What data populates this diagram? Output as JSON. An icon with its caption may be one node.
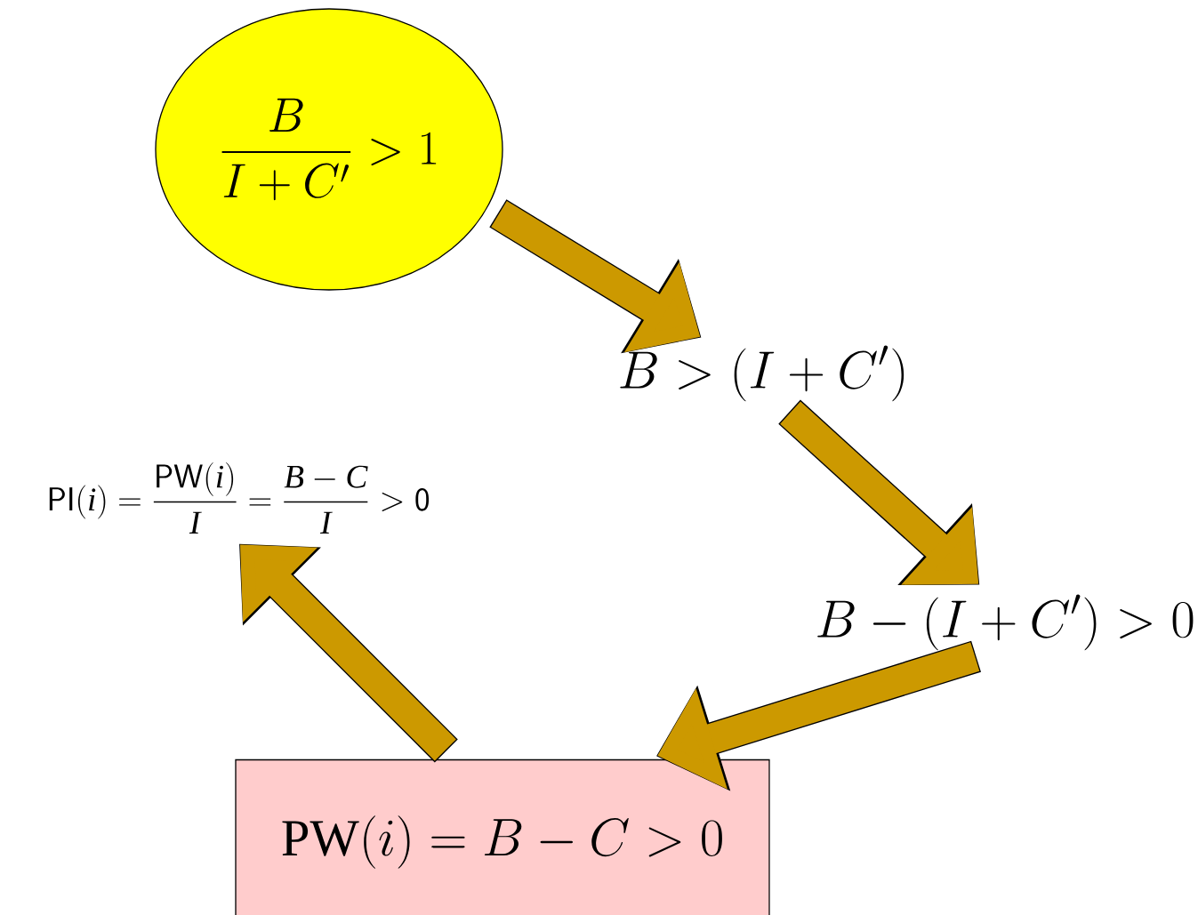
{
  "diagram": {
    "nodes": [
      {
        "text": [
          "\\frac{B}{I+C'} > 1"
        ]
      },
      {
        "text": [
          "B > (I + C')"
        ]
      },
      {
        "text": [
          "B - (I + C') > 0"
        ]
      },
      {
        "text": [
          "\\mathrm{PW}(i) = B - C > 0"
        ]
      },
      {
        "text": [
          "\\mathsf{PI}(\\mathsf{\\mathit{i}}) = \\frac{\\mathsf{PW}(\\mathsf{\\mathit{i}})}{\\mathsf{\\mathit{I}}} = \\frac{\\mathsf{\\mathit{B}} - \\mathsf{\\mathit{C}}}{\\mathsf{\\mathit{I}}} > \\mathsf{0}"
        ]
      }
    ],
    "edges": [
      {
        "from": 0,
        "to": 1,
        "arrow": "to"
      },
      {
        "from": 1,
        "to": 2,
        "arrow": "to"
      },
      {
        "from": 2,
        "to": 3,
        "arrow": "to"
      },
      {
        "from": 3,
        "to": 4,
        "arrow": "to"
      }
    ]
  }
}
